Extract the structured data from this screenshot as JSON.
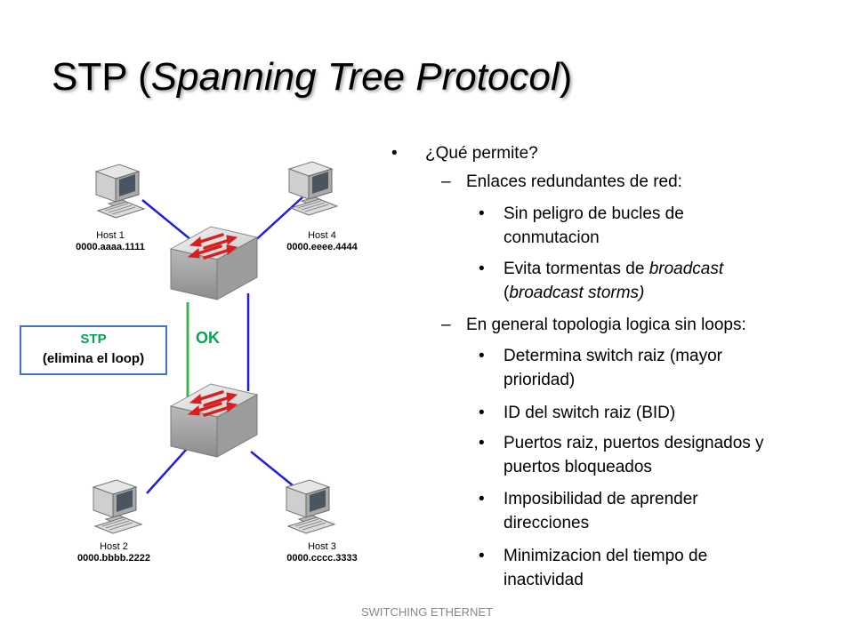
{
  "title": {
    "prefix": "STP (",
    "italic": "Spanning Tree Protocol",
    "suffix": ")"
  },
  "diagram": {
    "hosts": [
      {
        "name": "Host 1",
        "mac": "0000.aaaa.1111"
      },
      {
        "name": "Host 4",
        "mac": "0000.eeee.4444"
      },
      {
        "name": "Host 2",
        "mac": "0000.bbbb.2222"
      },
      {
        "name": "Host 3",
        "mac": "0000.cccc.3333"
      }
    ],
    "stp_label": {
      "line1": "STP",
      "line2": "(elimina el loop)"
    },
    "ok_label": "OK",
    "colors": {
      "blue_link": "#1f1fd6",
      "green_link": "#3cb44b",
      "stp_text": "#00a651",
      "box_border": "#4472c4"
    }
  },
  "bullets": {
    "q": "¿Qué permite?",
    "s1": "Enlaces redundantes de red:",
    "s1a1": "Sin peligro de bucles de",
    "s1a2": "conmutacion",
    "s1b1": "Evita tormentas de ",
    "s1b1i": "broadcast",
    "s1b2a": "(",
    "s1b2i": "broadcast  storms)",
    "s2": "En general topologia logica sin loops:",
    "s2a1": "Determina switch raiz (mayor",
    "s2a2": "prioridad)",
    "s2b": "ID del switch raiz (BID)",
    "s2c1": "Puertos raiz, puertos designados y",
    "s2c2": "puertos bloqueados",
    "s2d1": "Imposibilidad de aprender",
    "s2d2": "direcciones",
    "s2e1": "Minimizacion del tiempo de",
    "s2e2": "inactividad"
  },
  "footer": "SWITCHING ETHERNET"
}
